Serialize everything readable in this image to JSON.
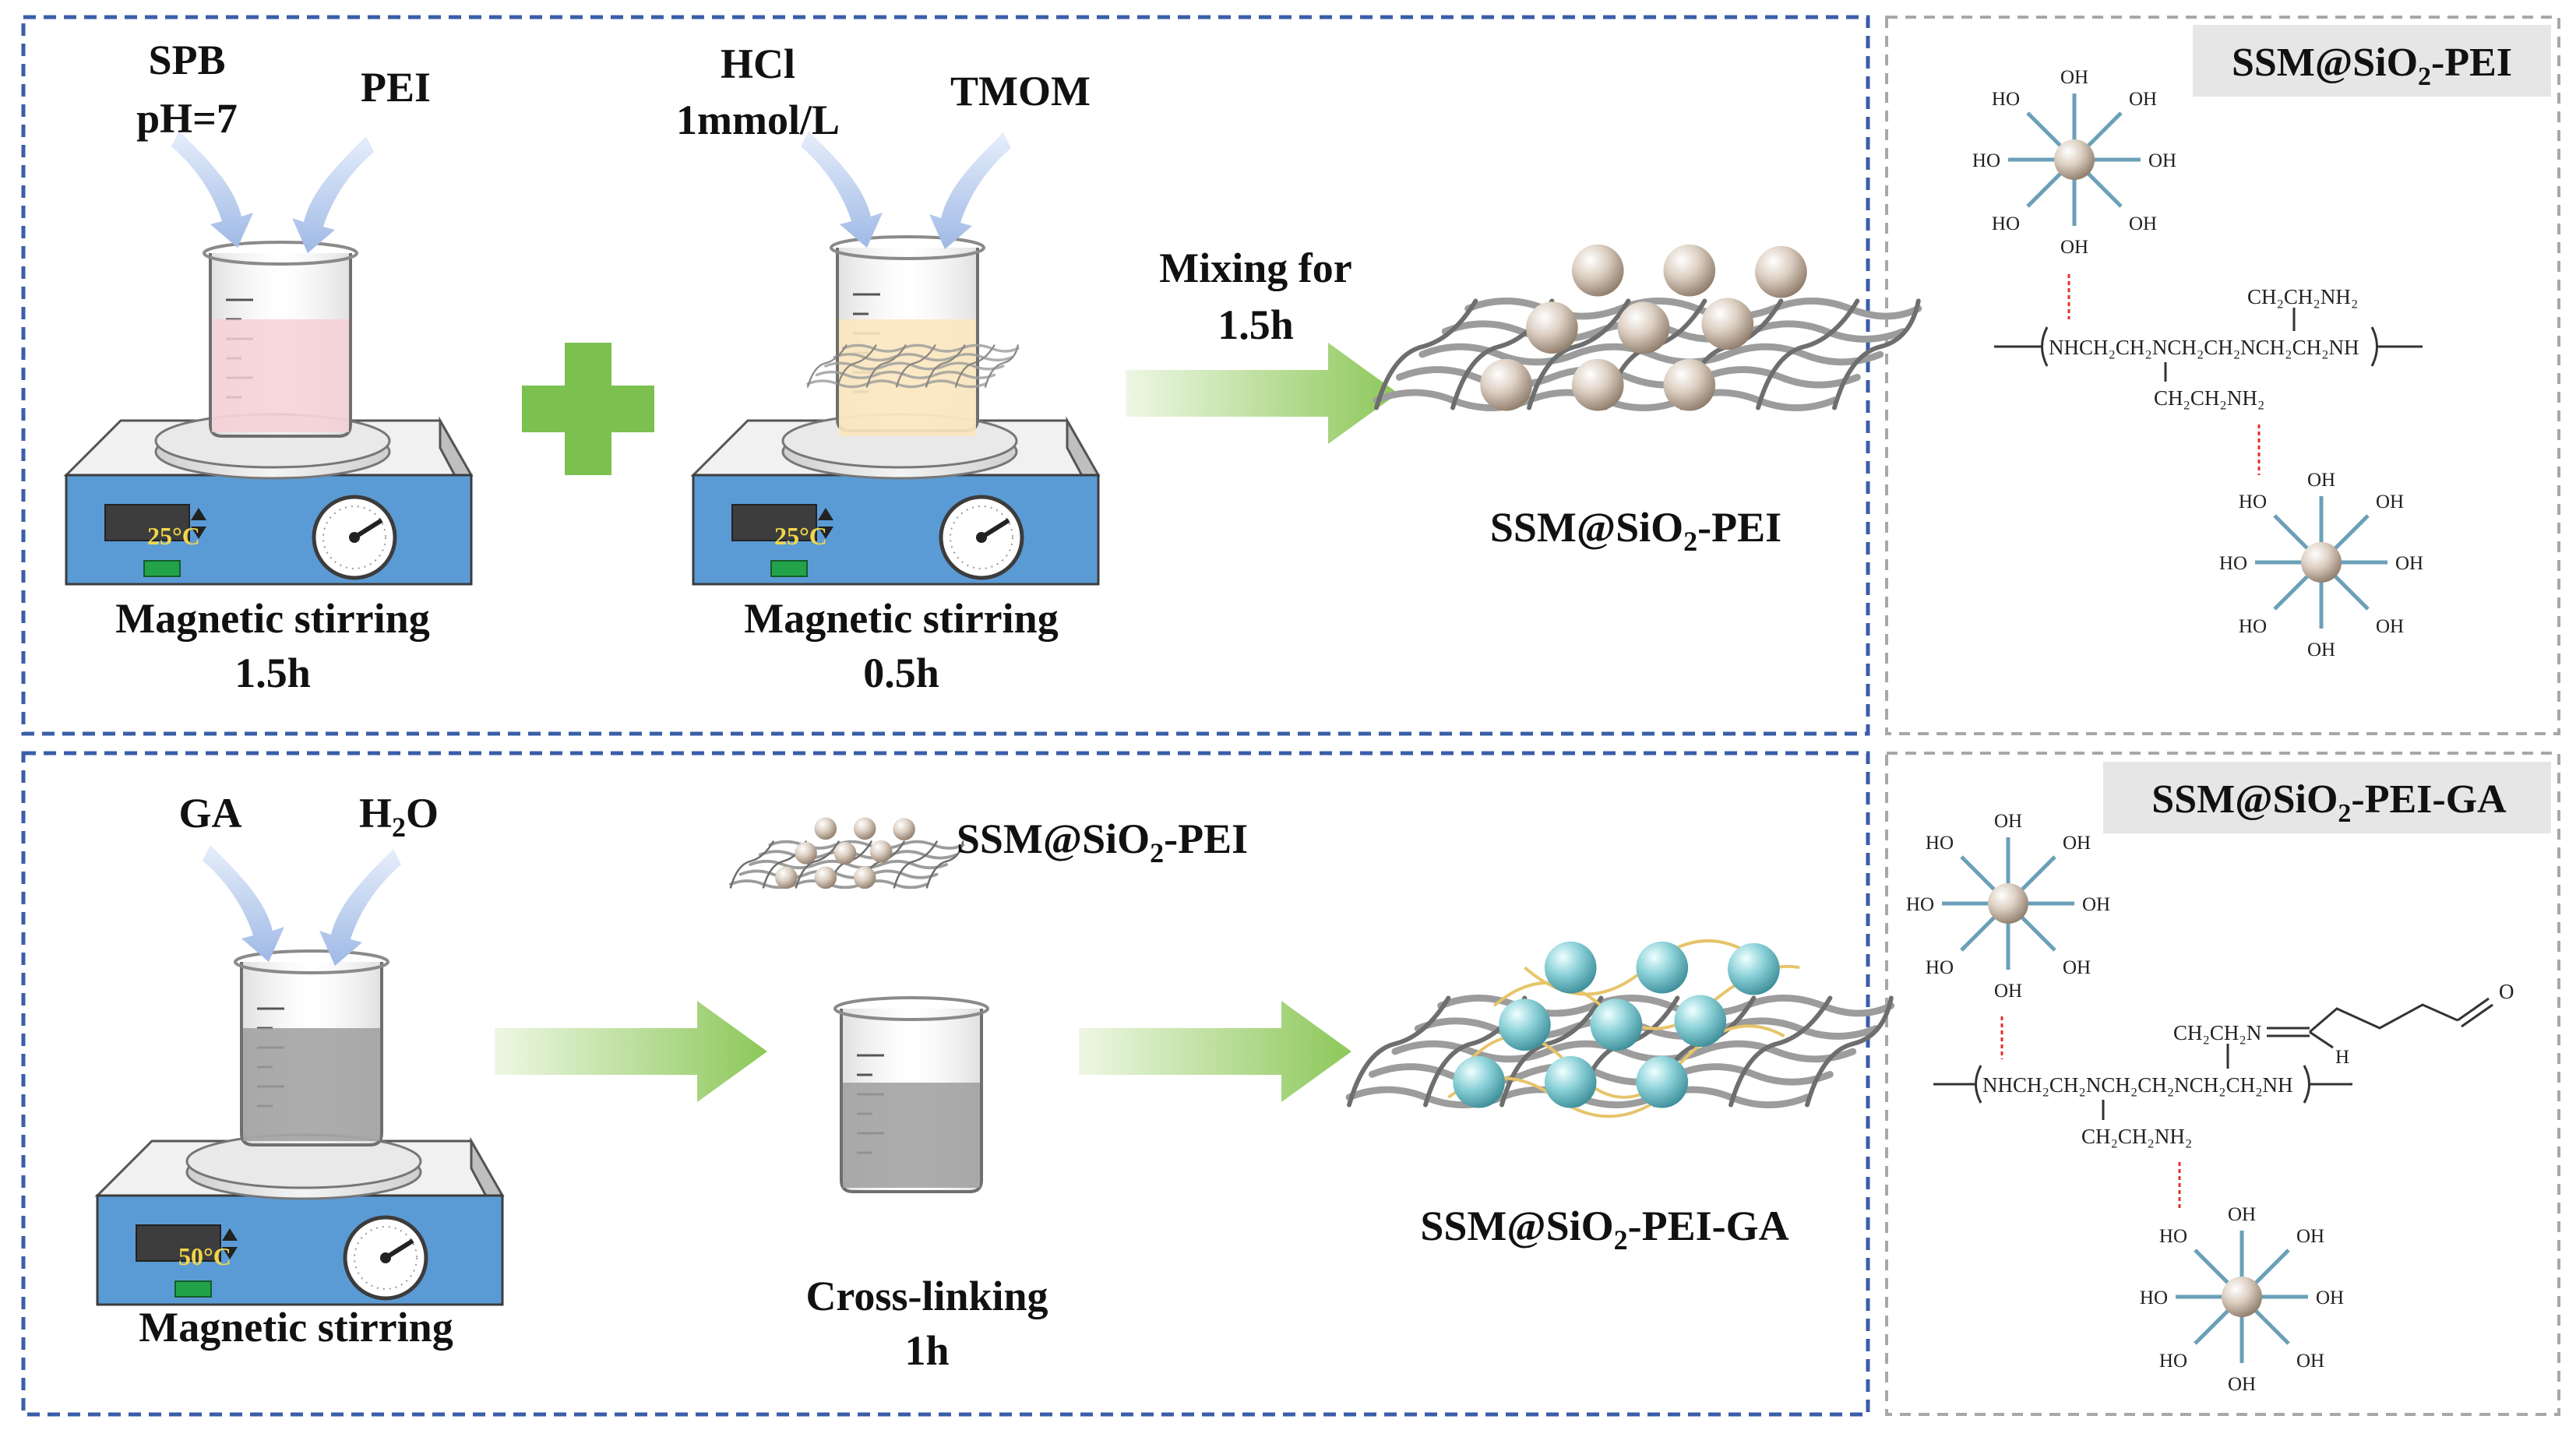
{
  "panels": {
    "top_left": {
      "beaker1": {
        "reagent1_line1": "SPB",
        "reagent1_line2": "pH=7",
        "reagent2": "PEI",
        "display": "25°C",
        "caption_line1": "Magnetic stirring",
        "caption_line2": "1.5h"
      },
      "beaker2": {
        "reagent1_line1": "HCl",
        "reagent1_line2": "1mmol/L",
        "reagent2": "TMOM",
        "display": "25°C",
        "caption_line1": "Magnetic stirring",
        "caption_line2": "0.5h"
      },
      "arrow_line1": "Mixing for",
      "arrow_line2": "1.5h",
      "product": {
        "main": "SSM@SiO",
        "sub": "2",
        "tail": "-PEI"
      }
    },
    "bottom_left": {
      "beaker1": {
        "reagent1": "GA",
        "reagent2_main": "H",
        "reagent2_sub": "2",
        "reagent2_tail": "O",
        "display": "50°C",
        "caption": "Magnetic stirring"
      },
      "input_label": {
        "main": "SSM@SiO",
        "sub": "2",
        "tail": "-PEI"
      },
      "crosslink_line1": "Cross-linking",
      "crosslink_line2": "1h",
      "product": {
        "main": "SSM@SiO",
        "sub": "2",
        "tail": "-PEI-GA"
      }
    },
    "top_right": {
      "title": {
        "main": "SSM@SiO",
        "sub": "2",
        "tail": "-PEI"
      },
      "oh": "OH",
      "ho": "HO",
      "pei_main": "NHCH₂CH₂NCH₂CH₂NCH₂CH₂NH",
      "pei_branch_top": "CH₂CH₂NH₂",
      "pei_branch_bottom": "CH₂CH₂NH₂"
    },
    "bottom_right": {
      "title": {
        "main": "SSM@SiO",
        "sub": "2",
        "tail": "-PEI-GA"
      },
      "oh": "OH",
      "ho": "HO",
      "pei_main": "NHCH₂CH₂NCH₂CH₂NCH₂CH₂NH",
      "branch_top": "CH₂CH₂N",
      "branch_bottom": "CH₂CH₂NH₂",
      "aldehyde_o": "O",
      "imine_h": "H"
    }
  },
  "colors": {
    "panel_border_left": "#3a5ea8",
    "panel_border_right": "#a8a8a8",
    "stirrer_panel": "#5b9bd5",
    "arrow_green": "#8dc85a",
    "plus_green": "#7cc04f",
    "sphere_silica": "#d8c8b8",
    "sphere_crosslinked": "#7cc8d0",
    "link_red": "#e03030",
    "title_bg": "#e6e6e6"
  }
}
